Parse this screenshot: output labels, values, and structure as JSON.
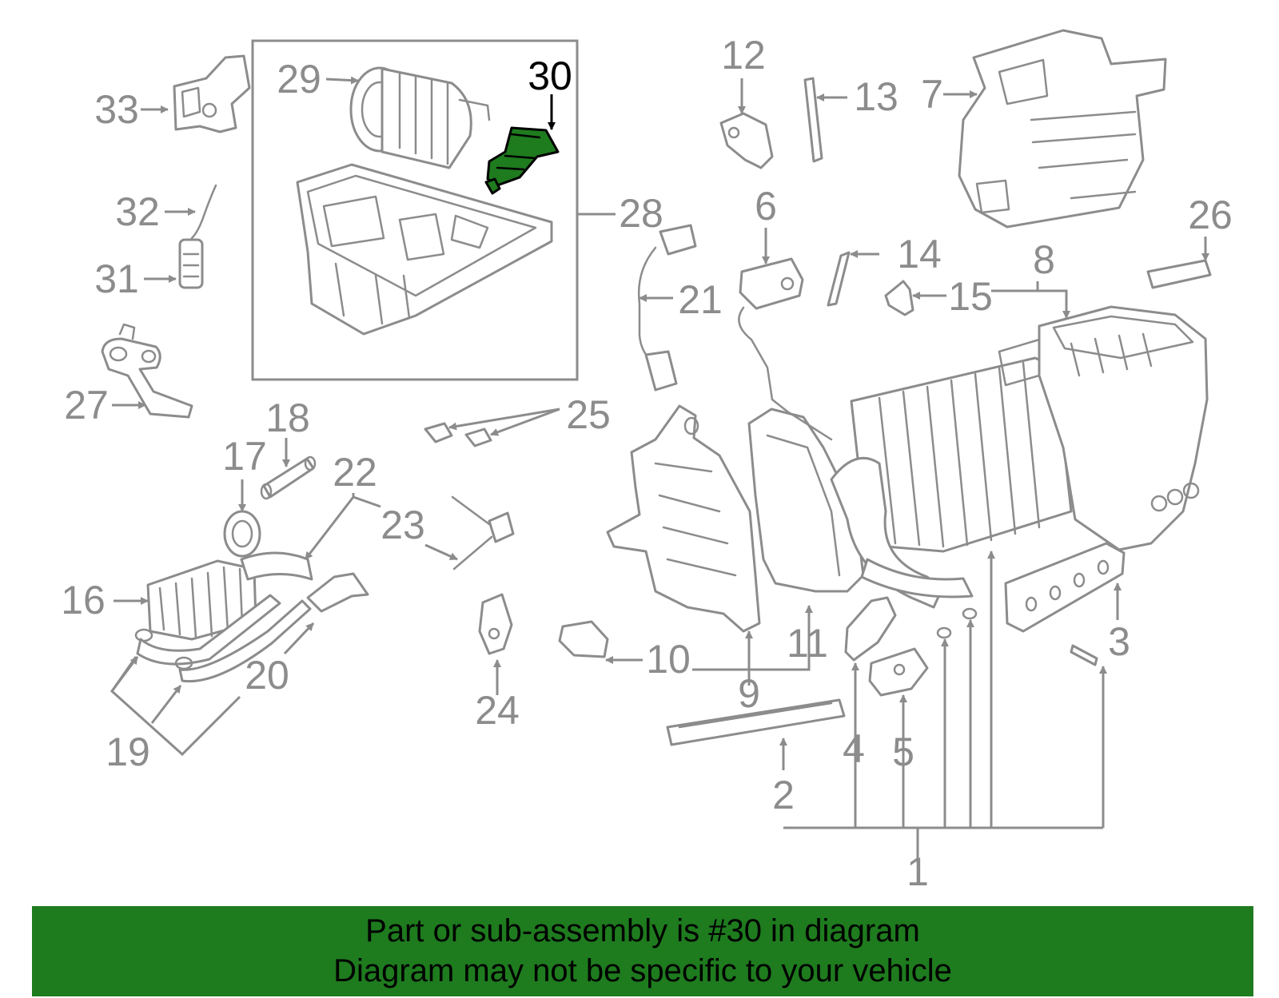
{
  "highlighted_part": "30",
  "callouts": {
    "c1": "1",
    "c2": "2",
    "c3": "3",
    "c4": "4",
    "c5": "5",
    "c6": "6",
    "c7": "7",
    "c8": "8",
    "c9": "9",
    "c10": "10",
    "c11": "11",
    "c12": "12",
    "c13": "13",
    "c14": "14",
    "c15": "15",
    "c16": "16",
    "c17": "17",
    "c18": "18",
    "c19": "19",
    "c20": "20",
    "c21": "21",
    "c22": "22",
    "c23": "23",
    "c24": "24",
    "c25": "25",
    "c26": "26",
    "c27": "27",
    "c28": "28",
    "c29": "29",
    "c30": "30",
    "c31": "31",
    "c32": "32",
    "c33": "33"
  },
  "banner": {
    "line1": "Part or sub-assembly is #30 in diagram",
    "line2": "Diagram may not be specific to your vehicle"
  },
  "colors": {
    "highlight": "#1e7b1e",
    "line": "#8c8c8c",
    "banner_bg": "#1e7b1e"
  }
}
